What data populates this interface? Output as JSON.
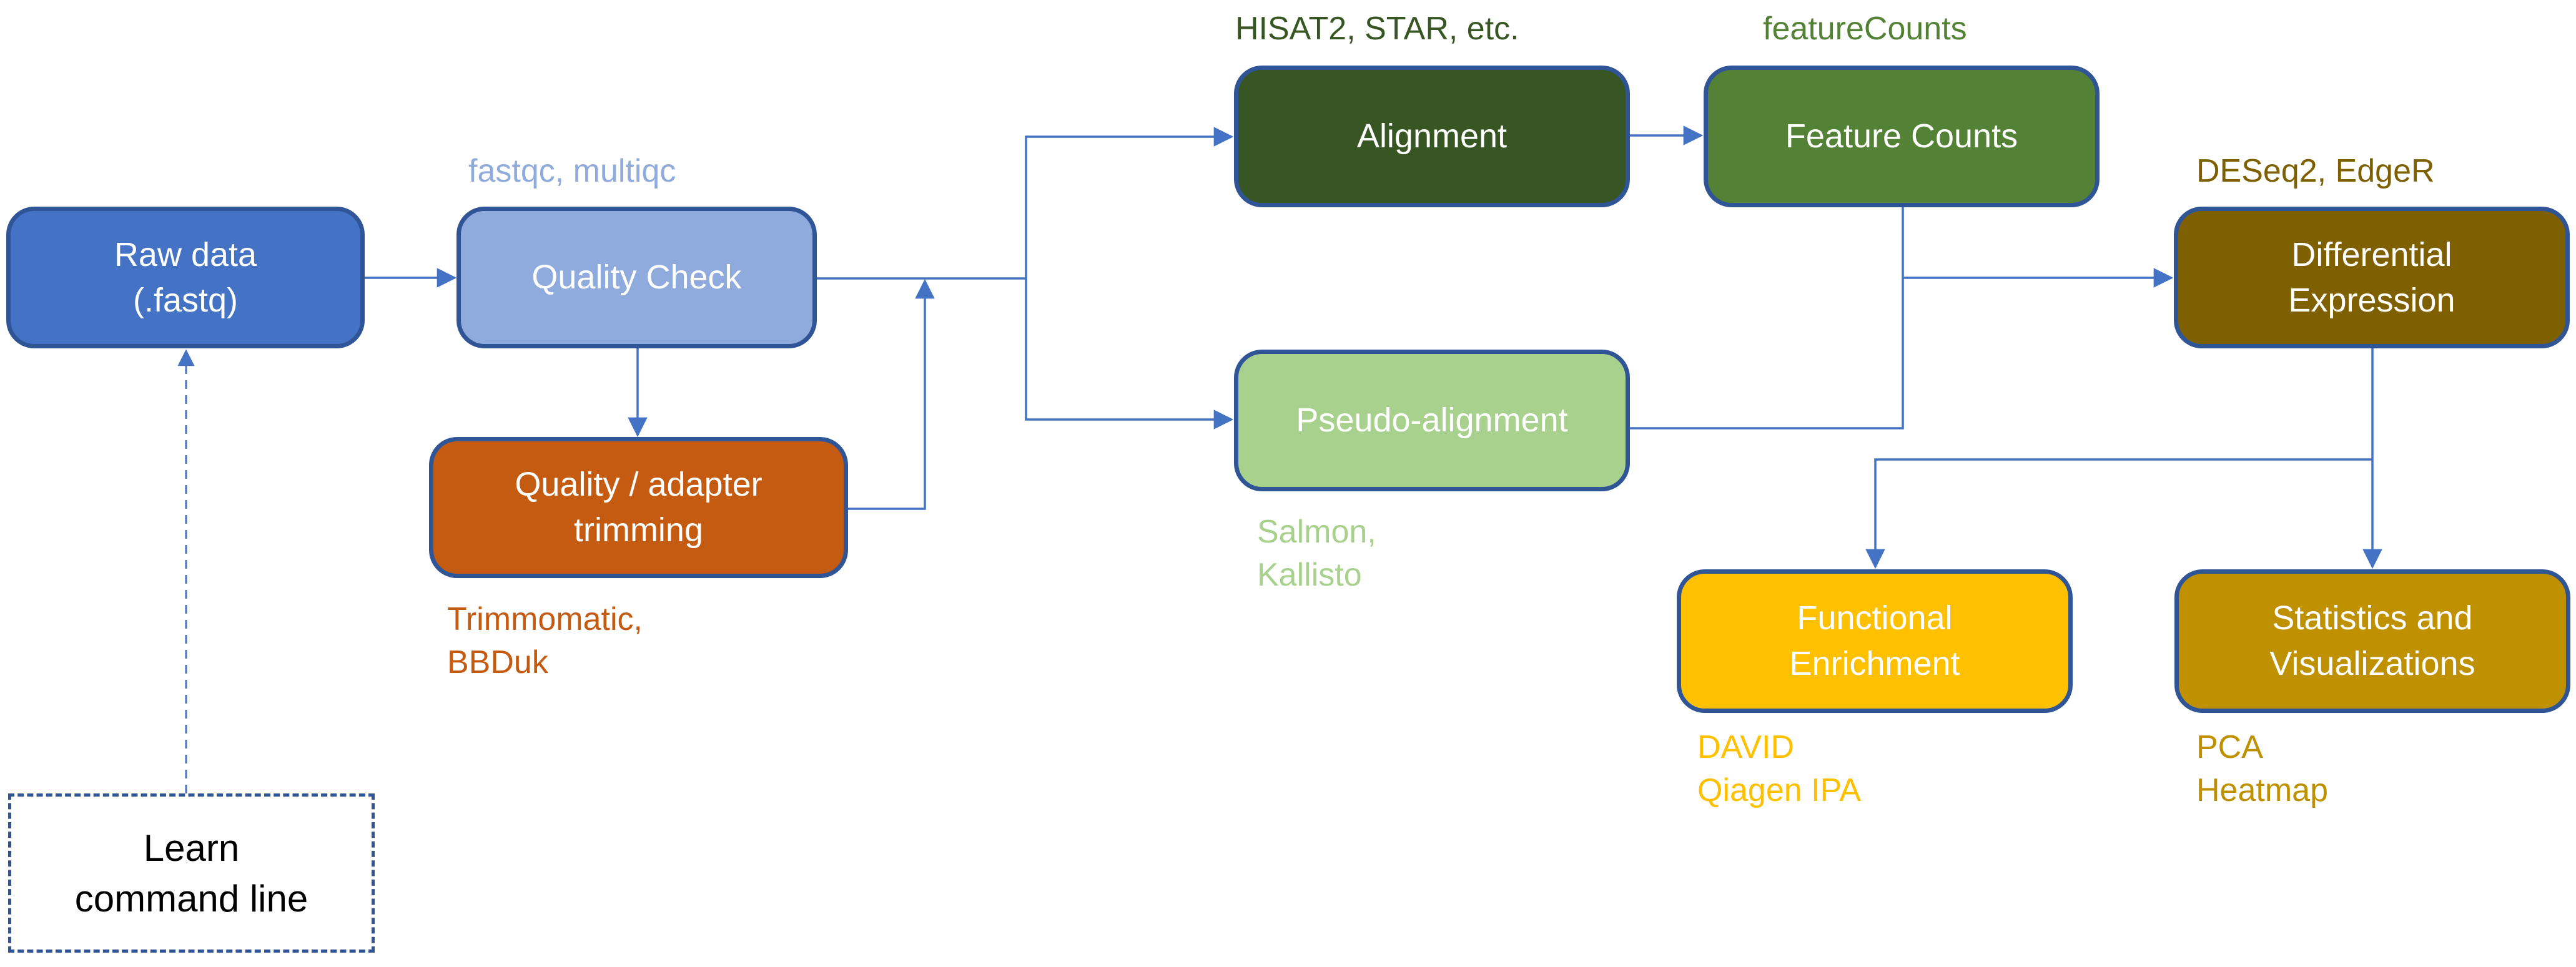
{
  "nodes": {
    "raw": {
      "label_line1": "Raw data",
      "label_line2": "(.fastq)",
      "color": "#4472C4"
    },
    "qc": {
      "label": "Quality Check",
      "tools": "fastqc, multiqc",
      "color": "#8FAADC"
    },
    "trim": {
      "label_line1": "Quality / adapter",
      "label_line2": "trimming",
      "tools_line1": "Trimmomatic,",
      "tools_line2": "BBDuk",
      "color": "#C55A11"
    },
    "learn": {
      "label_line1": "Learn",
      "label_line2": "command line"
    },
    "align": {
      "label": "Alignment",
      "tools": "HISAT2, STAR, etc.",
      "color": "#375623"
    },
    "counts": {
      "label": "Feature Counts",
      "tools": "featureCounts",
      "color": "#538135"
    },
    "pseudo": {
      "label": "Pseudo-alignment",
      "tools_line1": "Salmon,",
      "tools_line2": "Kallisto",
      "color": "#A9D18E"
    },
    "de": {
      "label_line1": "Differential",
      "label_line2": "Expression",
      "tools": "DESeq2, EdgeR",
      "color": "#7F6000"
    },
    "func": {
      "label_line1": "Functional",
      "label_line2": "Enrichment",
      "tools_line1": "DAVID",
      "tools_line2": "Qiagen IPA",
      "color": "#FFC000"
    },
    "stats": {
      "label_line1": "Statistics and",
      "label_line2": "Visualizations",
      "tools_line1": "PCA",
      "tools_line2": "Heatmap",
      "color": "#BF9000"
    }
  },
  "colors": {
    "border": "#2F5597",
    "connector": "#4472C4"
  }
}
